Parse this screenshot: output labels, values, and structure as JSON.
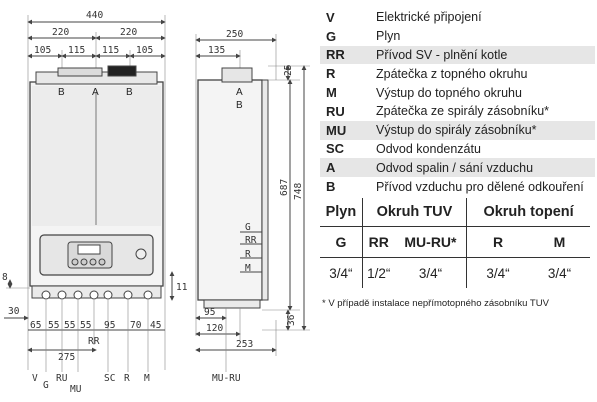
{
  "front_view": {
    "dims_top": {
      "overall": "440",
      "half_left": "220",
      "half_right": "220",
      "seg1": "105",
      "seg2": "115",
      "seg3": "115",
      "seg4": "105"
    },
    "letters": {
      "b_left": "B",
      "a": "A",
      "b_right": "B"
    },
    "dims_left": {
      "d8": "8",
      "d30": "30"
    },
    "dims_right": {
      "d11": "11"
    },
    "dims_bottom": {
      "d65": "65",
      "d55a": "55",
      "d55b": "55",
      "d55c": "55",
      "d95": "95",
      "d70": "70",
      "d45": "45",
      "d275": "275",
      "rr": "RR"
    },
    "bottom_labels": {
      "v": "V",
      "g": "G",
      "ru": "RU",
      "mu": "MU",
      "sc": "SC",
      "r": "R",
      "m": "M"
    }
  },
  "side_view": {
    "dims_top": {
      "d250": "250",
      "d135": "135"
    },
    "dims_right": {
      "d25": "25",
      "d687": "687",
      "d748": "748",
      "d36": "36"
    },
    "letters": {
      "a": "A",
      "b": "B"
    },
    "conn_labels": {
      "g": "G",
      "rr": "RR",
      "r": "R",
      "m": "M"
    },
    "dims_bottom": {
      "d95": "95",
      "d120": "120",
      "d253": "253",
      "mu_ru": "MU-RU"
    }
  },
  "legend": [
    {
      "code": "V",
      "desc": "Elektrické připojení",
      "shaded": false
    },
    {
      "code": "G",
      "desc": "Plyn",
      "shaded": false
    },
    {
      "code": "RR",
      "desc": "Přívod SV - plnění kotle",
      "shaded": true
    },
    {
      "code": "R",
      "desc": "Zpátečka z topného okruhu",
      "shaded": false
    },
    {
      "code": "M",
      "desc": "Výstup do topného okruhu",
      "shaded": false
    },
    {
      "code": "RU",
      "desc": "Zpátečka ze spirály zásobníku*",
      "shaded": false
    },
    {
      "code": "MU",
      "desc": "Výstup do spirály zásobníku*",
      "shaded": true
    },
    {
      "code": "SC",
      "desc": "Odvod kondenzátu",
      "shaded": false
    },
    {
      "code": "A",
      "desc": "Odvod spalin / sání vzduchu",
      "shaded": true
    },
    {
      "code": "B",
      "desc": "Přívod vzduchu pro dělené odkouření",
      "shaded": false
    }
  ],
  "connections": {
    "headers": {
      "plyn": "Plyn",
      "okruh_tuv": "Okruh TUV",
      "okruh_topeni": "Okruh topení"
    },
    "codes": {
      "g": "G",
      "rr": "RR",
      "mu_ru": "MU-RU*",
      "r": "R",
      "m": "M"
    },
    "sizes": {
      "g": "3/4“",
      "rr": "1/2“",
      "mu_ru": "3/4“",
      "r": "3/4“",
      "m": "3/4“"
    }
  },
  "footnote": "* V případě instalace nepřímotopného zásobníku TUV"
}
